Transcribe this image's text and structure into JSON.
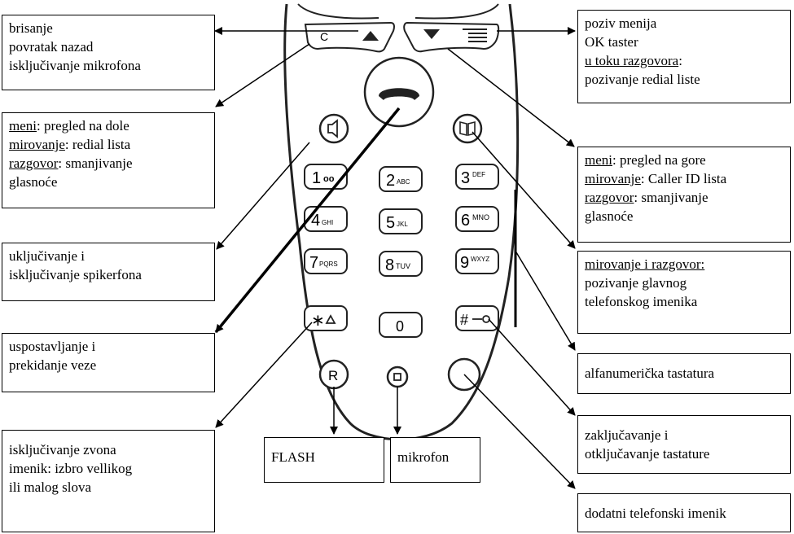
{
  "callouts": {
    "top_left": {
      "lines": [
        "brisanje",
        "povratak nazad",
        "isključivanje mikrofona"
      ]
    },
    "mid_left": {
      "lines": [
        [
          "meni",
          ": pregled na dole"
        ],
        [
          "mirovanje",
          ": redial lista"
        ],
        [
          "razgovor",
          ": smanjivanje"
        ],
        [
          "",
          "glasnoće"
        ]
      ]
    },
    "speaker": {
      "lines": [
        "uključivanje i",
        "isključivanje spikerfona"
      ]
    },
    "connect": {
      "lines": [
        "uspostavljanje i",
        "prekidanje veze"
      ]
    },
    "ringer": {
      "lines": [
        "isključivanje zvona",
        "imenik: izbro vellikog",
        "ili malog slova"
      ]
    },
    "flash": {
      "label": "FLASH"
    },
    "mic": {
      "label": "mikrofon"
    },
    "top_right": {
      "lines": [
        [
          "",
          "poziv menija"
        ],
        [
          "",
          "OK taster"
        ],
        [
          "u toku razgovora",
          ":"
        ],
        [
          "",
          "pozivanje redial liste"
        ]
      ]
    },
    "mid_right": {
      "lines": [
        [
          "meni",
          ": pregled na gore"
        ],
        [
          "mirovanje",
          ": Caller ID lista"
        ],
        [
          "razgovor",
          ": smanjivanje"
        ],
        [
          "",
          "glasnoće"
        ]
      ]
    },
    "phonebook": {
      "lines": [
        [
          "mirovanje i razgovor:",
          ""
        ],
        [
          "",
          "pozivanje glavnog"
        ],
        [
          "",
          "telefonskog imenika"
        ]
      ]
    },
    "alnum": {
      "label": "alfanumerička tastatura"
    },
    "lock": {
      "lines": [
        "zaključavanje i",
        "otključavanje tastature"
      ]
    },
    "extra": {
      "label": "dodatni telefonski imenik"
    }
  },
  "keys": {
    "c": "C",
    "k1": [
      "1",
      "oo"
    ],
    "k2": [
      "2",
      "ABC"
    ],
    "k3": [
      "3",
      "DEF"
    ],
    "k4": [
      "4",
      "GHI"
    ],
    "k5": [
      "5",
      "JKL"
    ],
    "k6": [
      "6",
      "MNO"
    ],
    "k7": [
      "7",
      "PQRS"
    ],
    "k8": [
      "8",
      "TUV"
    ],
    "k9": [
      "9",
      "WXYZ"
    ],
    "star": "∗",
    "zero": "0",
    "hash": "#",
    "r": "R"
  }
}
